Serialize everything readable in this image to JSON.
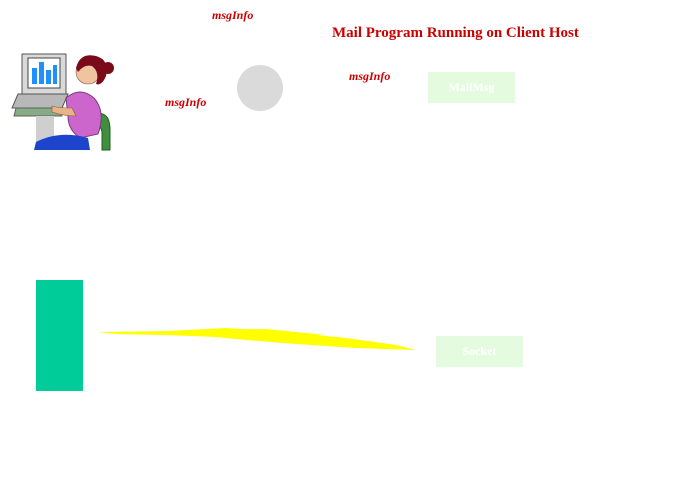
{
  "diagram": {
    "title": "Mail Program Running on Client Host",
    "message_labels": [
      "msgInfo",
      "msgInfo",
      "msgInfo"
    ],
    "mailmsg_box_label": "MailMsg",
    "socket_box_label": "Socket",
    "colors": {
      "title_text": "#cc0000",
      "box_fill": "#e4fbe0",
      "box_text": "#ffffff",
      "bar_fill": "#00cc99",
      "circle_fill": "#dadada",
      "streak": "#ffff00"
    },
    "icons": [
      "user-at-computer-icon"
    ]
  }
}
